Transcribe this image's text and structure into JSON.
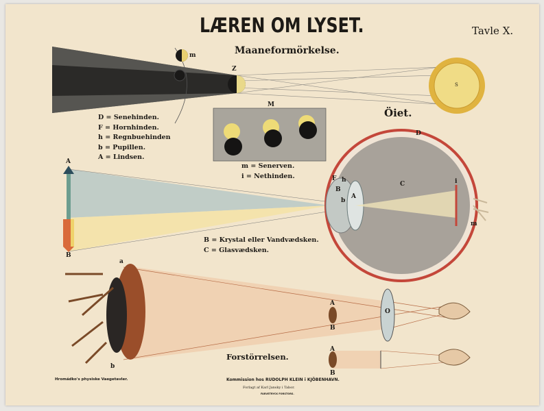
{
  "title": "LÆREN OM LYSET.",
  "plate": "Tavle X.",
  "eclipse": {
    "title": "Maaneformörkelse.",
    "labels": {
      "moon": "m",
      "umbra": "Z",
      "sun": "S",
      "box": "M"
    }
  },
  "eye": {
    "title": "Öiet.",
    "legend_left": [
      "D = Senehinden.",
      "F = Hornhinden.",
      "h = Regnbuehinden",
      "b = Pupillen.",
      "A = Lindsen."
    ],
    "legend_mid": [
      "m = Senerven.",
      "i = Nethinden."
    ],
    "legend_bottom": [
      "B = Krystal eller Vandvædsken.",
      "C = Glasvædsken."
    ],
    "labels": {
      "D": "D",
      "F": "F",
      "B": "B",
      "h": "h",
      "b": "b",
      "A": "A",
      "C": "C",
      "i": "i",
      "m": "m"
    },
    "arrow_labels": {
      "top": "A",
      "bottom": "B"
    }
  },
  "magnify": {
    "title": "Forstörrelsen.",
    "labels": {
      "a": "a",
      "b": "b",
      "A1": "A",
      "B1": "B",
      "O": "O",
      "A2": "A",
      "B2": "B"
    }
  },
  "footer": {
    "series": "Hromádko's physiske Vaegetavler.",
    "commission": "Kommission hos RUDOLPH KLEIN i KJÖBENHAVN.",
    "publisher": "Forlagt af Karl Jansky i Tabor.",
    "printer": "FARVETRYCK FORSTORS."
  }
}
